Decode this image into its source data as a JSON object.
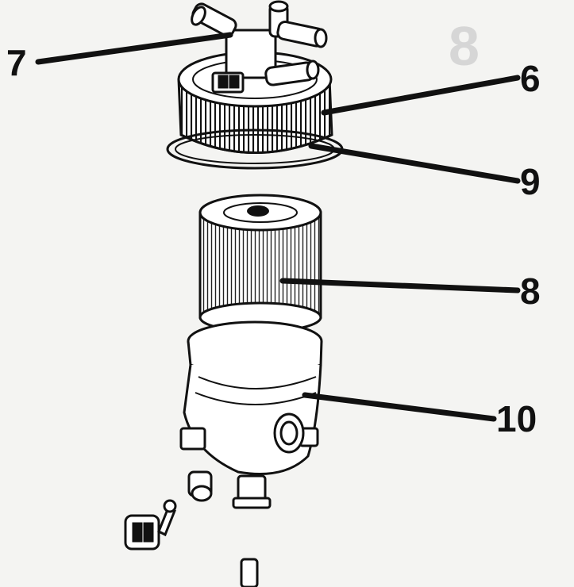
{
  "callouts": {
    "seven": "7",
    "six": "6",
    "nine": "9",
    "eight": "8",
    "ten": "10"
  },
  "colors": {
    "ink": "#111111",
    "paper": "#f4f4f2",
    "bleed": "#c9c9c9"
  }
}
